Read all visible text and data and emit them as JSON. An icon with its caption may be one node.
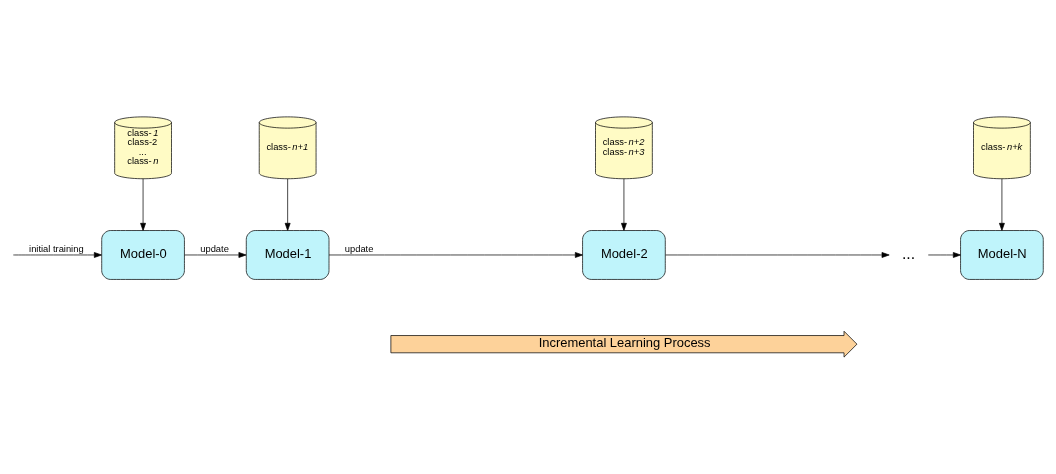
{
  "diagram": {
    "nodes": [
      {
        "text": [
          "class-*1*",
          "class-2",
          "...",
          "class-*n*"
        ]
      },
      {
        "text": [
          "class-*n+1*"
        ]
      },
      {
        "text": [
          "class-*n+2*",
          "class-*n+3*"
        ]
      },
      {
        "text": [
          "class-*n+k*"
        ]
      },
      {
        "text": [
          "Model-0"
        ]
      },
      {
        "text": [
          "Model-1"
        ]
      },
      {
        "text": [
          "Model-2"
        ]
      },
      {
        "text": [
          "..."
        ]
      },
      {
        "text": [
          "Model-N"
        ]
      },
      {
        "text": [
          "Incremental Learning Process"
        ]
      }
    ],
    "edges": [
      {
        "from": 0,
        "to": 4,
        "arrow": "to"
      },
      {
        "from": 1,
        "to": 5,
        "arrow": "to"
      },
      {
        "from": 2,
        "to": 6,
        "arrow": "to"
      },
      {
        "from": 3,
        "to": 8,
        "arrow": "to"
      },
      {
        "from": null,
        "to": 4,
        "arrow": "to",
        "label": "initial training"
      },
      {
        "from": 4,
        "to": 5,
        "arrow": "to",
        "label": "update"
      },
      {
        "from": 5,
        "to": 6,
        "arrow": "to",
        "label": "update"
      },
      {
        "from": 6,
        "to": 7,
        "arrow": "to"
      },
      {
        "from": 7,
        "to": 8,
        "arrow": "to"
      }
    ]
  }
}
